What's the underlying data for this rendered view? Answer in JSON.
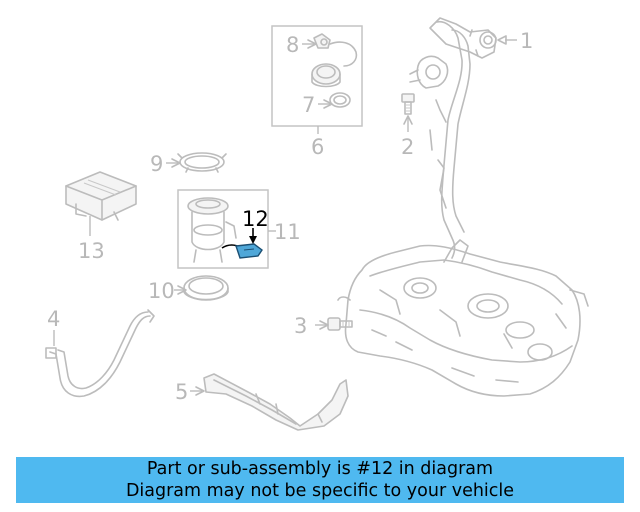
{
  "diagram": {
    "callouts": [
      {
        "id": "1",
        "text": "1",
        "highlighted": false
      },
      {
        "id": "2",
        "text": "2",
        "highlighted": false
      },
      {
        "id": "3",
        "text": "3",
        "highlighted": false
      },
      {
        "id": "4",
        "text": "4",
        "highlighted": false
      },
      {
        "id": "5",
        "text": "5",
        "highlighted": false
      },
      {
        "id": "6",
        "text": "6",
        "highlighted": false
      },
      {
        "id": "7",
        "text": "7",
        "highlighted": false
      },
      {
        "id": "8",
        "text": "8",
        "highlighted": false
      },
      {
        "id": "9",
        "text": "9",
        "highlighted": false
      },
      {
        "id": "10",
        "text": "10",
        "highlighted": false
      },
      {
        "id": "11",
        "text": "11",
        "highlighted": false
      },
      {
        "id": "12",
        "text": "12",
        "highlighted": true
      },
      {
        "id": "13",
        "text": "13",
        "highlighted": false
      }
    ],
    "highlight_color": "#4fa7d8",
    "line_color": "#bcbcbc"
  },
  "banner": {
    "line1": "Part or sub-assembly is #12 in diagram",
    "line2": "Diagram may not be specific to your vehicle",
    "background": "#4fb9f0"
  }
}
